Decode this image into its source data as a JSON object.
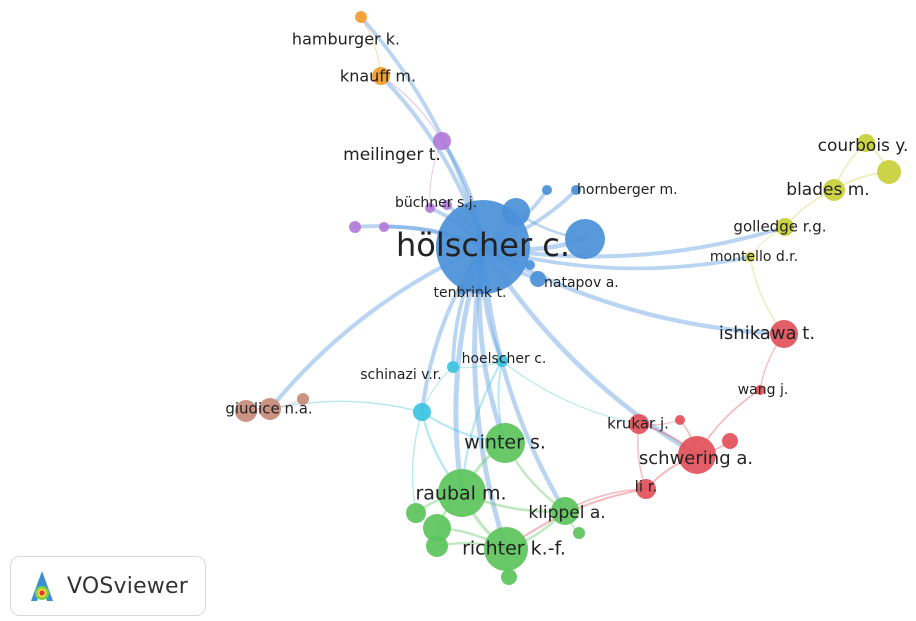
{
  "clusters": {
    "blue": "#4a90d9",
    "green": "#5cc45c",
    "red": "#e2505a",
    "purple": "#b27ad9",
    "orange": "#f39c2e",
    "yellow": "#c9cf3a",
    "cyan": "#3cc3e0",
    "brown": "#c78a7a"
  },
  "nodes": [
    {
      "id": "holscher",
      "label": "hölscher c.",
      "cluster": "blue"
    },
    {
      "id": "hornberger",
      "label": "hornberger m.",
      "cluster": "blue"
    },
    {
      "id": "natapov",
      "label": "natapov a.",
      "cluster": "blue"
    },
    {
      "id": "tenbrink",
      "label": "tenbrink t.",
      "cluster": "blue"
    },
    {
      "id": "blue_a",
      "label": "",
      "cluster": "blue"
    },
    {
      "id": "blue_b",
      "label": "",
      "cluster": "blue"
    },
    {
      "id": "blue_c",
      "label": "",
      "cluster": "blue"
    },
    {
      "id": "blue_d",
      "label": "",
      "cluster": "blue"
    },
    {
      "id": "meilinger",
      "label": "meilinger t.",
      "cluster": "purple"
    },
    {
      "id": "buchner",
      "label": "büchner s.j.",
      "cluster": "purple"
    },
    {
      "id": "purple_a",
      "label": "",
      "cluster": "purple"
    },
    {
      "id": "purple_b",
      "label": "",
      "cluster": "purple"
    },
    {
      "id": "purple_c",
      "label": "",
      "cluster": "purple"
    },
    {
      "id": "hamburger",
      "label": "hamburger k.",
      "cluster": "orange"
    },
    {
      "id": "knauff",
      "label": "knauff m.",
      "cluster": "orange"
    },
    {
      "id": "courbois",
      "label": "courbois y.",
      "cluster": "yellow"
    },
    {
      "id": "blades",
      "label": "blades m.",
      "cluster": "yellow"
    },
    {
      "id": "golledge",
      "label": "golledge r.g.",
      "cluster": "yellow"
    },
    {
      "id": "montello",
      "label": "montello d.r.",
      "cluster": "yellow"
    },
    {
      "id": "yellow_a",
      "label": "",
      "cluster": "yellow"
    },
    {
      "id": "ishikawa",
      "label": "ishikawa t.",
      "cluster": "red"
    },
    {
      "id": "wang",
      "label": "wang j.",
      "cluster": "red"
    },
    {
      "id": "krukar",
      "label": "krukar j.",
      "cluster": "red"
    },
    {
      "id": "schwering",
      "label": "schwering a.",
      "cluster": "red"
    },
    {
      "id": "li",
      "label": "li r.",
      "cluster": "red"
    },
    {
      "id": "red_a",
      "label": "",
      "cluster": "red"
    },
    {
      "id": "red_b",
      "label": "",
      "cluster": "red"
    },
    {
      "id": "schinazi",
      "label": "schinazi v.r.",
      "cluster": "cyan"
    },
    {
      "id": "hoelscher",
      "label": "hoelscher c.",
      "cluster": "cyan"
    },
    {
      "id": "cyan_a",
      "label": "",
      "cluster": "cyan"
    },
    {
      "id": "giudice",
      "label": "giudice n.a.",
      "cluster": "brown"
    },
    {
      "id": "brown_a",
      "label": "",
      "cluster": "brown"
    },
    {
      "id": "brown_b",
      "label": "",
      "cluster": "brown"
    },
    {
      "id": "winter",
      "label": "winter s.",
      "cluster": "green"
    },
    {
      "id": "raubal",
      "label": "raubal m.",
      "cluster": "green"
    },
    {
      "id": "klippel",
      "label": "klippel a.",
      "cluster": "green"
    },
    {
      "id": "richter",
      "label": "richter k.-f.",
      "cluster": "green"
    },
    {
      "id": "green_a",
      "label": "",
      "cluster": "green"
    },
    {
      "id": "green_b",
      "label": "",
      "cluster": "green"
    },
    {
      "id": "green_c",
      "label": "",
      "cluster": "green"
    },
    {
      "id": "green_d",
      "label": "",
      "cluster": "green"
    },
    {
      "id": "green_e",
      "label": "",
      "cluster": "green"
    }
  ],
  "edges": [
    [
      "holscher",
      "hornberger"
    ],
    [
      "holscher",
      "natapov"
    ],
    [
      "holscher",
      "tenbrink"
    ],
    [
      "holscher",
      "blue_a"
    ],
    [
      "holscher",
      "blue_b"
    ],
    [
      "holscher",
      "blue_c"
    ],
    [
      "holscher",
      "blue_d"
    ],
    [
      "blue_a",
      "blue_b"
    ],
    [
      "holscher",
      "meilinger"
    ],
    [
      "holscher",
      "buchner"
    ],
    [
      "holscher",
      "purple_a"
    ],
    [
      "holscher",
      "purple_b"
    ],
    [
      "holscher",
      "purple_c"
    ],
    [
      "meilinger",
      "buchner"
    ],
    [
      "meilinger",
      "knauff"
    ],
    [
      "knauff",
      "hamburger"
    ],
    [
      "holscher",
      "knauff"
    ],
    [
      "holscher",
      "hamburger"
    ],
    [
      "purple_a",
      "buchner"
    ],
    [
      "holscher",
      "schinazi"
    ],
    [
      "holscher",
      "hoelscher"
    ],
    [
      "holscher",
      "cyan_a"
    ],
    [
      "holscher",
      "giudice"
    ],
    [
      "holscher",
      "winter"
    ],
    [
      "holscher",
      "raubal"
    ],
    [
      "holscher",
      "richter"
    ],
    [
      "holscher",
      "klippel"
    ],
    [
      "holscher",
      "montello"
    ],
    [
      "holscher",
      "golledge"
    ],
    [
      "holscher",
      "ishikawa"
    ],
    [
      "holscher",
      "schwering"
    ],
    [
      "courbois",
      "blades"
    ],
    [
      "blades",
      "golledge"
    ],
    [
      "golledge",
      "montello"
    ],
    [
      "yellow_a",
      "blades"
    ],
    [
      "yellow_a",
      "courbois"
    ],
    [
      "montello",
      "ishikawa"
    ],
    [
      "ishikawa",
      "wang"
    ],
    [
      "wang",
      "schwering"
    ],
    [
      "schwering",
      "krukar"
    ],
    [
      "schwering",
      "li"
    ],
    [
      "schwering",
      "red_a"
    ],
    [
      "schwering",
      "red_b"
    ],
    [
      "krukar",
      "li"
    ],
    [
      "krukar",
      "red_a"
    ],
    [
      "li",
      "klippel"
    ],
    [
      "li",
      "richter"
    ],
    [
      "hoelscher",
      "krukar"
    ],
    [
      "schinazi",
      "hoelscher"
    ],
    [
      "schinazi",
      "cyan_a"
    ],
    [
      "cyan_a",
      "giudice"
    ],
    [
      "giudice",
      "brown_a"
    ],
    [
      "brown_a",
      "brown_b"
    ],
    [
      "cyan_a",
      "raubal"
    ],
    [
      "cyan_a",
      "winter"
    ],
    [
      "cyan_a",
      "green_a"
    ],
    [
      "winter",
      "raubal"
    ],
    [
      "raubal",
      "richter"
    ],
    [
      "raubal",
      "klippel"
    ],
    [
      "raubal",
      "green_a"
    ],
    [
      "raubal",
      "green_b"
    ],
    [
      "richter",
      "klippel"
    ],
    [
      "richter",
      "green_b"
    ],
    [
      "richter",
      "green_c"
    ],
    [
      "richter",
      "green_d"
    ],
    [
      "klippel",
      "green_e"
    ],
    [
      "winter",
      "klippel"
    ],
    [
      "hoelscher",
      "winter"
    ],
    [
      "hoelscher",
      "raubal"
    ]
  ],
  "logo": {
    "text": "VOSviewer",
    "icon": "vosviewer-logo-icon"
  }
}
